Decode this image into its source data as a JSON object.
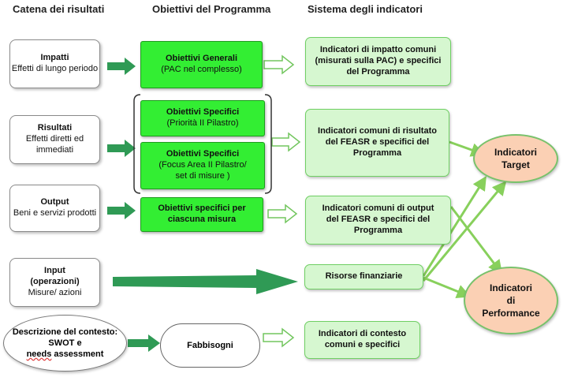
{
  "headers": {
    "col1": "Catena dei risultati",
    "col2": "Obiettivi del Programma",
    "col3": "Sistema degli indicatori"
  },
  "chain": {
    "impatti": {
      "title": "Impatti",
      "desc": "Effetti di lungo periodo"
    },
    "risultati": {
      "title": "Risultati",
      "desc": "Effetti diretti ed immediati"
    },
    "output": {
      "title": "Output",
      "desc": "Beni e servizi prodotti"
    },
    "input": {
      "title": "Input",
      "subtitle": "(operazioni)",
      "desc": "Misure/ azioni"
    },
    "contesto": {
      "line1": "Descrizione del contesto:",
      "line2": "SWOT e",
      "line3a": "needs",
      "line3b": " assessment"
    }
  },
  "objectives": {
    "generali": {
      "title": "Obiettivi Generali",
      "desc": "(PAC nel complesso)"
    },
    "specifici1": {
      "title": "Obiettivi Specifici",
      "desc": "(Priorità II Pilastro)"
    },
    "specifici2": {
      "title": "Obiettivi Specifici",
      "desc": "(Focus Area II Pilastro/ set di misure )"
    },
    "misura": {
      "title": "Obiettivi specifici per ciascuna misura"
    },
    "fabbisogni": {
      "title": "Fabbisogni"
    }
  },
  "indicators": {
    "impatto": "Indicatori di impatto comuni (misurati sulla PAC) e specifici del Programma",
    "risultato": "Indicatori comuni di risultato del FEASR e specifici del Programma",
    "output": "Indicatori comuni di output del FEASR e specifici del Programma",
    "risorse": "Risorse finanziarie",
    "contesto": "Indicatori di contesto comuni e specifici"
  },
  "targets": {
    "target": {
      "line1": "Indicatori",
      "line2": "Target"
    },
    "performance": {
      "line1": "Indicatori",
      "line2": "di",
      "line3": "Performance"
    }
  }
}
